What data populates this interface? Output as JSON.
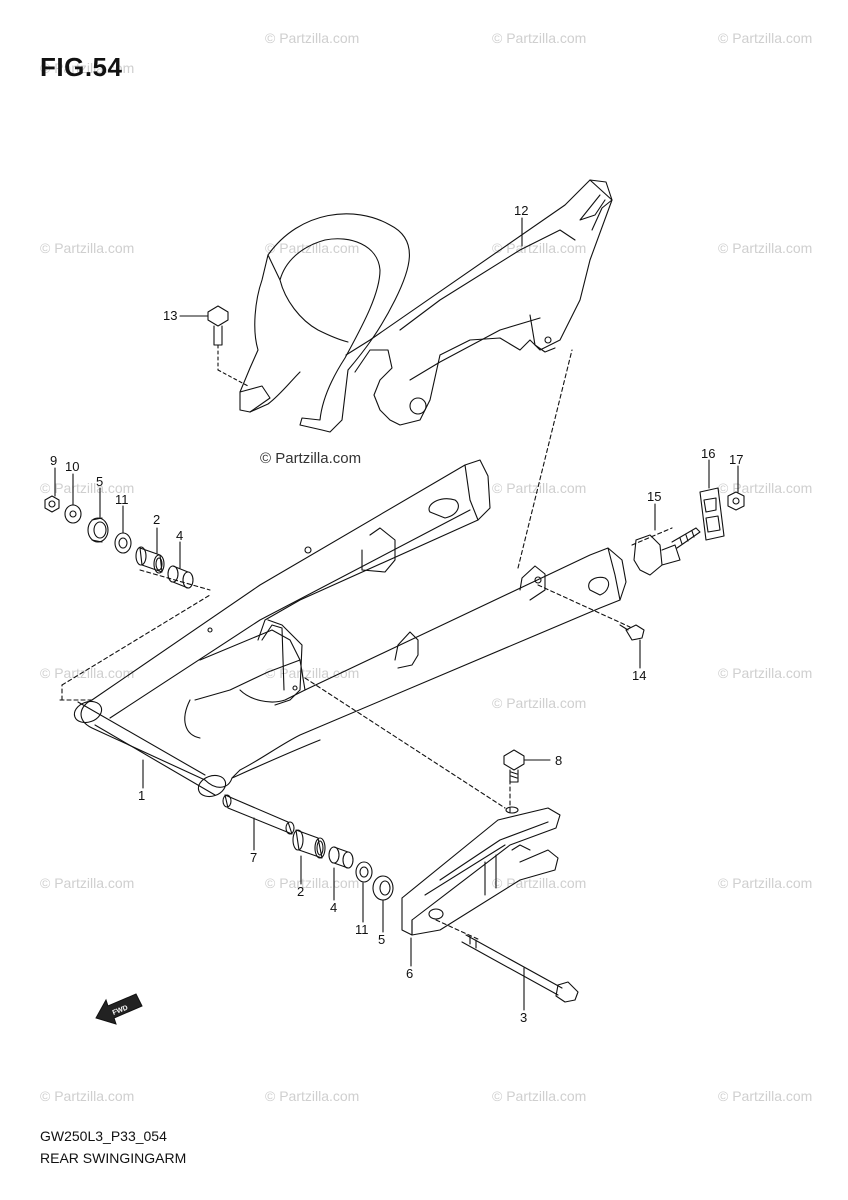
{
  "figure_title": "FIG.54",
  "watermark_text": "© Partzilla.com",
  "watermark_center_text": "© Partzilla.com",
  "diagram_code": "GW250L3_P33_054",
  "diagram_name": "REAR SWINGINGARM",
  "fwd_label": "FWD",
  "callouts": {
    "c1": "1",
    "c2a": "2",
    "c2b": "2",
    "c3": "3",
    "c4a": "4",
    "c4b": "4",
    "c5a": "5",
    "c5b": "5",
    "c6": "6",
    "c7": "7",
    "c8": "8",
    "c9": "9",
    "c10": "10",
    "c11a": "11",
    "c11b": "11",
    "c12": "12",
    "c13": "13",
    "c14": "14",
    "c15": "15",
    "c16": "16",
    "c17": "17"
  },
  "colors": {
    "line": "#111111",
    "watermark": "#cfcfcf",
    "background": "#ffffff"
  }
}
